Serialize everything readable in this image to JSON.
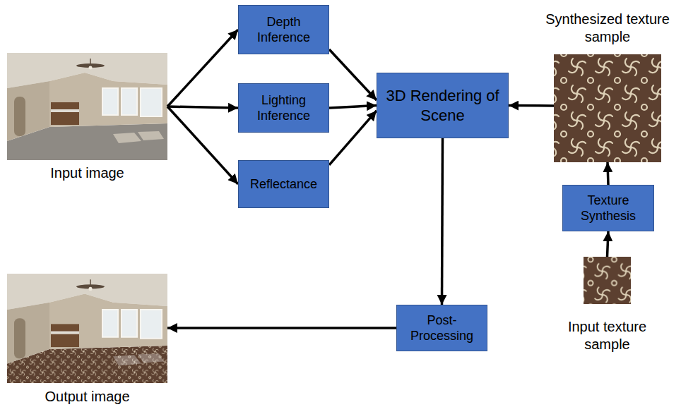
{
  "diagram": {
    "nodes": [
      {
        "text": [
          "Input image"
        ]
      },
      {
        "text": [
          "Depth Inference"
        ]
      },
      {
        "text": [
          "Lighting Inference"
        ]
      },
      {
        "text": [
          "Reflectance"
        ]
      },
      {
        "text": [
          "3D Rendering of Scene"
        ]
      },
      {
        "text": [
          "Synthesized texture sample"
        ]
      },
      {
        "text": [
          "Texture Synthesis"
        ]
      },
      {
        "text": [
          "Input texture sample"
        ]
      },
      {
        "text": [
          "Post-Processing"
        ]
      },
      {
        "text": [
          "Output image"
        ]
      }
    ],
    "edges": [
      {
        "from": 0,
        "to": 1,
        "arrow": "to"
      },
      {
        "from": 0,
        "to": 2,
        "arrow": "to"
      },
      {
        "from": 0,
        "to": 3,
        "arrow": "to"
      },
      {
        "from": 1,
        "to": 4,
        "arrow": "to"
      },
      {
        "from": 2,
        "to": 4,
        "arrow": "to"
      },
      {
        "from": 3,
        "to": 4,
        "arrow": "to"
      },
      {
        "from": 7,
        "to": 6,
        "arrow": "to"
      },
      {
        "from": 6,
        "to": 5,
        "arrow": "to"
      },
      {
        "from": 5,
        "to": 4,
        "arrow": "to"
      },
      {
        "from": 4,
        "to": 8,
        "arrow": "to"
      },
      {
        "from": 8,
        "to": 9,
        "arrow": "to"
      }
    ]
  }
}
